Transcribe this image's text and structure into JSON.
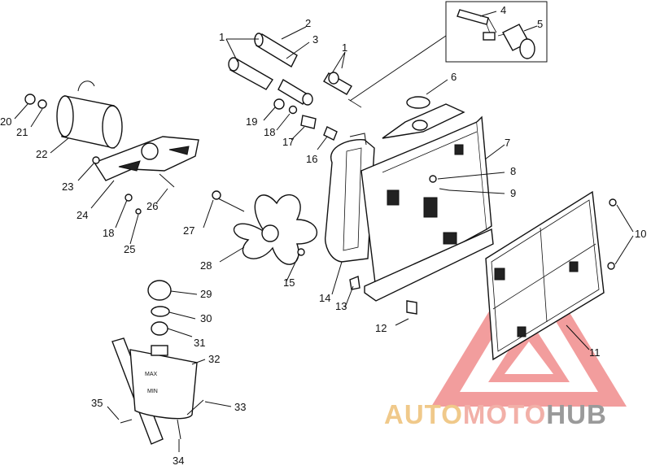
{
  "diagram": {
    "callouts": [
      {
        "id": "c1a",
        "text": "1"
      },
      {
        "id": "c1b",
        "text": "1"
      },
      {
        "id": "c2",
        "text": "2"
      },
      {
        "id": "c3",
        "text": "3"
      },
      {
        "id": "c4",
        "text": "4"
      },
      {
        "id": "c5",
        "text": "5"
      },
      {
        "id": "c6",
        "text": "6"
      },
      {
        "id": "c7",
        "text": "7"
      },
      {
        "id": "c8",
        "text": "8"
      },
      {
        "id": "c9",
        "text": "9"
      },
      {
        "id": "c10",
        "text": "10"
      },
      {
        "id": "c11",
        "text": "11"
      },
      {
        "id": "c12",
        "text": "12"
      },
      {
        "id": "c13",
        "text": "13"
      },
      {
        "id": "c14",
        "text": "14"
      },
      {
        "id": "c15",
        "text": "15"
      },
      {
        "id": "c16",
        "text": "16"
      },
      {
        "id": "c17",
        "text": "17"
      },
      {
        "id": "c18a",
        "text": "18"
      },
      {
        "id": "c18b",
        "text": "18"
      },
      {
        "id": "c19",
        "text": "19"
      },
      {
        "id": "c20",
        "text": "20"
      },
      {
        "id": "c21",
        "text": "21"
      },
      {
        "id": "c22",
        "text": "22"
      },
      {
        "id": "c23",
        "text": "23"
      },
      {
        "id": "c24",
        "text": "24"
      },
      {
        "id": "c25",
        "text": "25"
      },
      {
        "id": "c26",
        "text": "26"
      },
      {
        "id": "c27",
        "text": "27"
      },
      {
        "id": "c28",
        "text": "28"
      },
      {
        "id": "c29",
        "text": "29"
      },
      {
        "id": "c30",
        "text": "30"
      },
      {
        "id": "c31",
        "text": "31"
      },
      {
        "id": "c32",
        "text": "32"
      },
      {
        "id": "c33",
        "text": "33"
      },
      {
        "id": "c34",
        "text": "34"
      },
      {
        "id": "c35",
        "text": "35"
      }
    ],
    "bottle_marks": {
      "max": "MAX",
      "min": "MIN"
    }
  },
  "watermark": {
    "part_auto": "AUTO",
    "part_moto": "MOTO",
    "part_hub": "HUB",
    "colors": {
      "auto": "#f0c98a",
      "moto": "#f2b0a8",
      "hub": "#9a9a9a",
      "triangle": "#f08c8c"
    }
  }
}
